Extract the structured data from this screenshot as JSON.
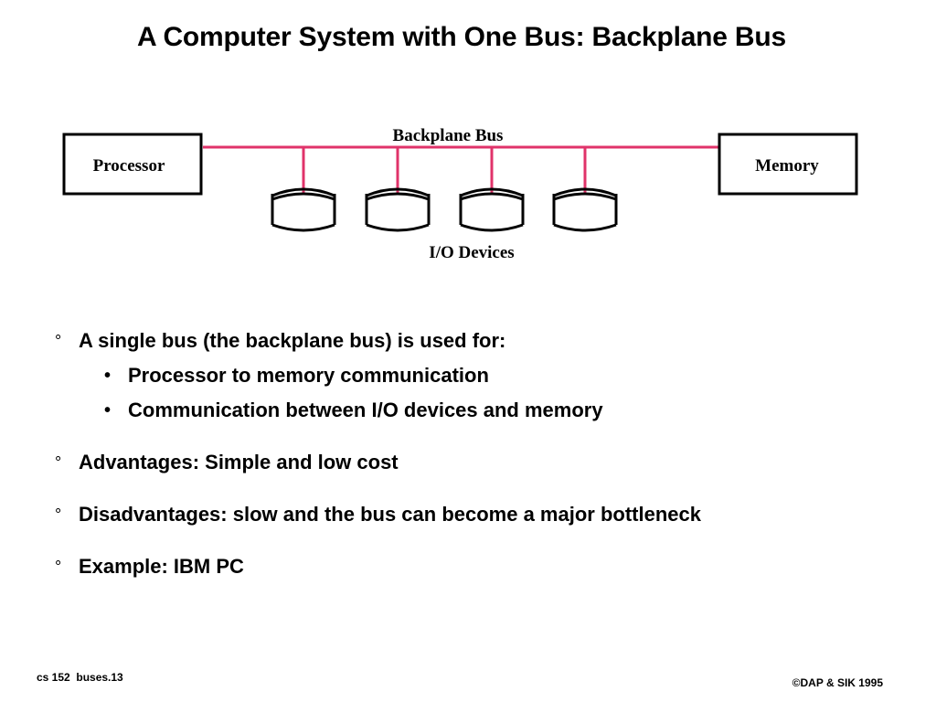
{
  "title": "A Computer System with One Bus: Backplane Bus",
  "diagram": {
    "bus_label": "Backplane Bus",
    "processor_label": "Processor",
    "memory_label": "Memory",
    "io_label": "I/O Devices",
    "io_device_count": 4,
    "bus_color": "#e0336a"
  },
  "bullets": [
    {
      "marker": "°",
      "text": "A single bus (the backplane bus) is used for:",
      "sub": [
        {
          "marker": "•",
          "text": "Processor to memory communication"
        },
        {
          "marker": "•",
          "text": "Communication between I/O devices and memory"
        }
      ]
    },
    {
      "marker": "°",
      "text": "Advantages: Simple and low cost"
    },
    {
      "marker": "°",
      "text": "Disadvantages: slow and the bus can become a major bottleneck"
    },
    {
      "marker": "°",
      "text": "Example: IBM PC"
    }
  ],
  "footer": {
    "left": "cs 152  buses.13",
    "right": "©DAP & SIK 1995"
  }
}
